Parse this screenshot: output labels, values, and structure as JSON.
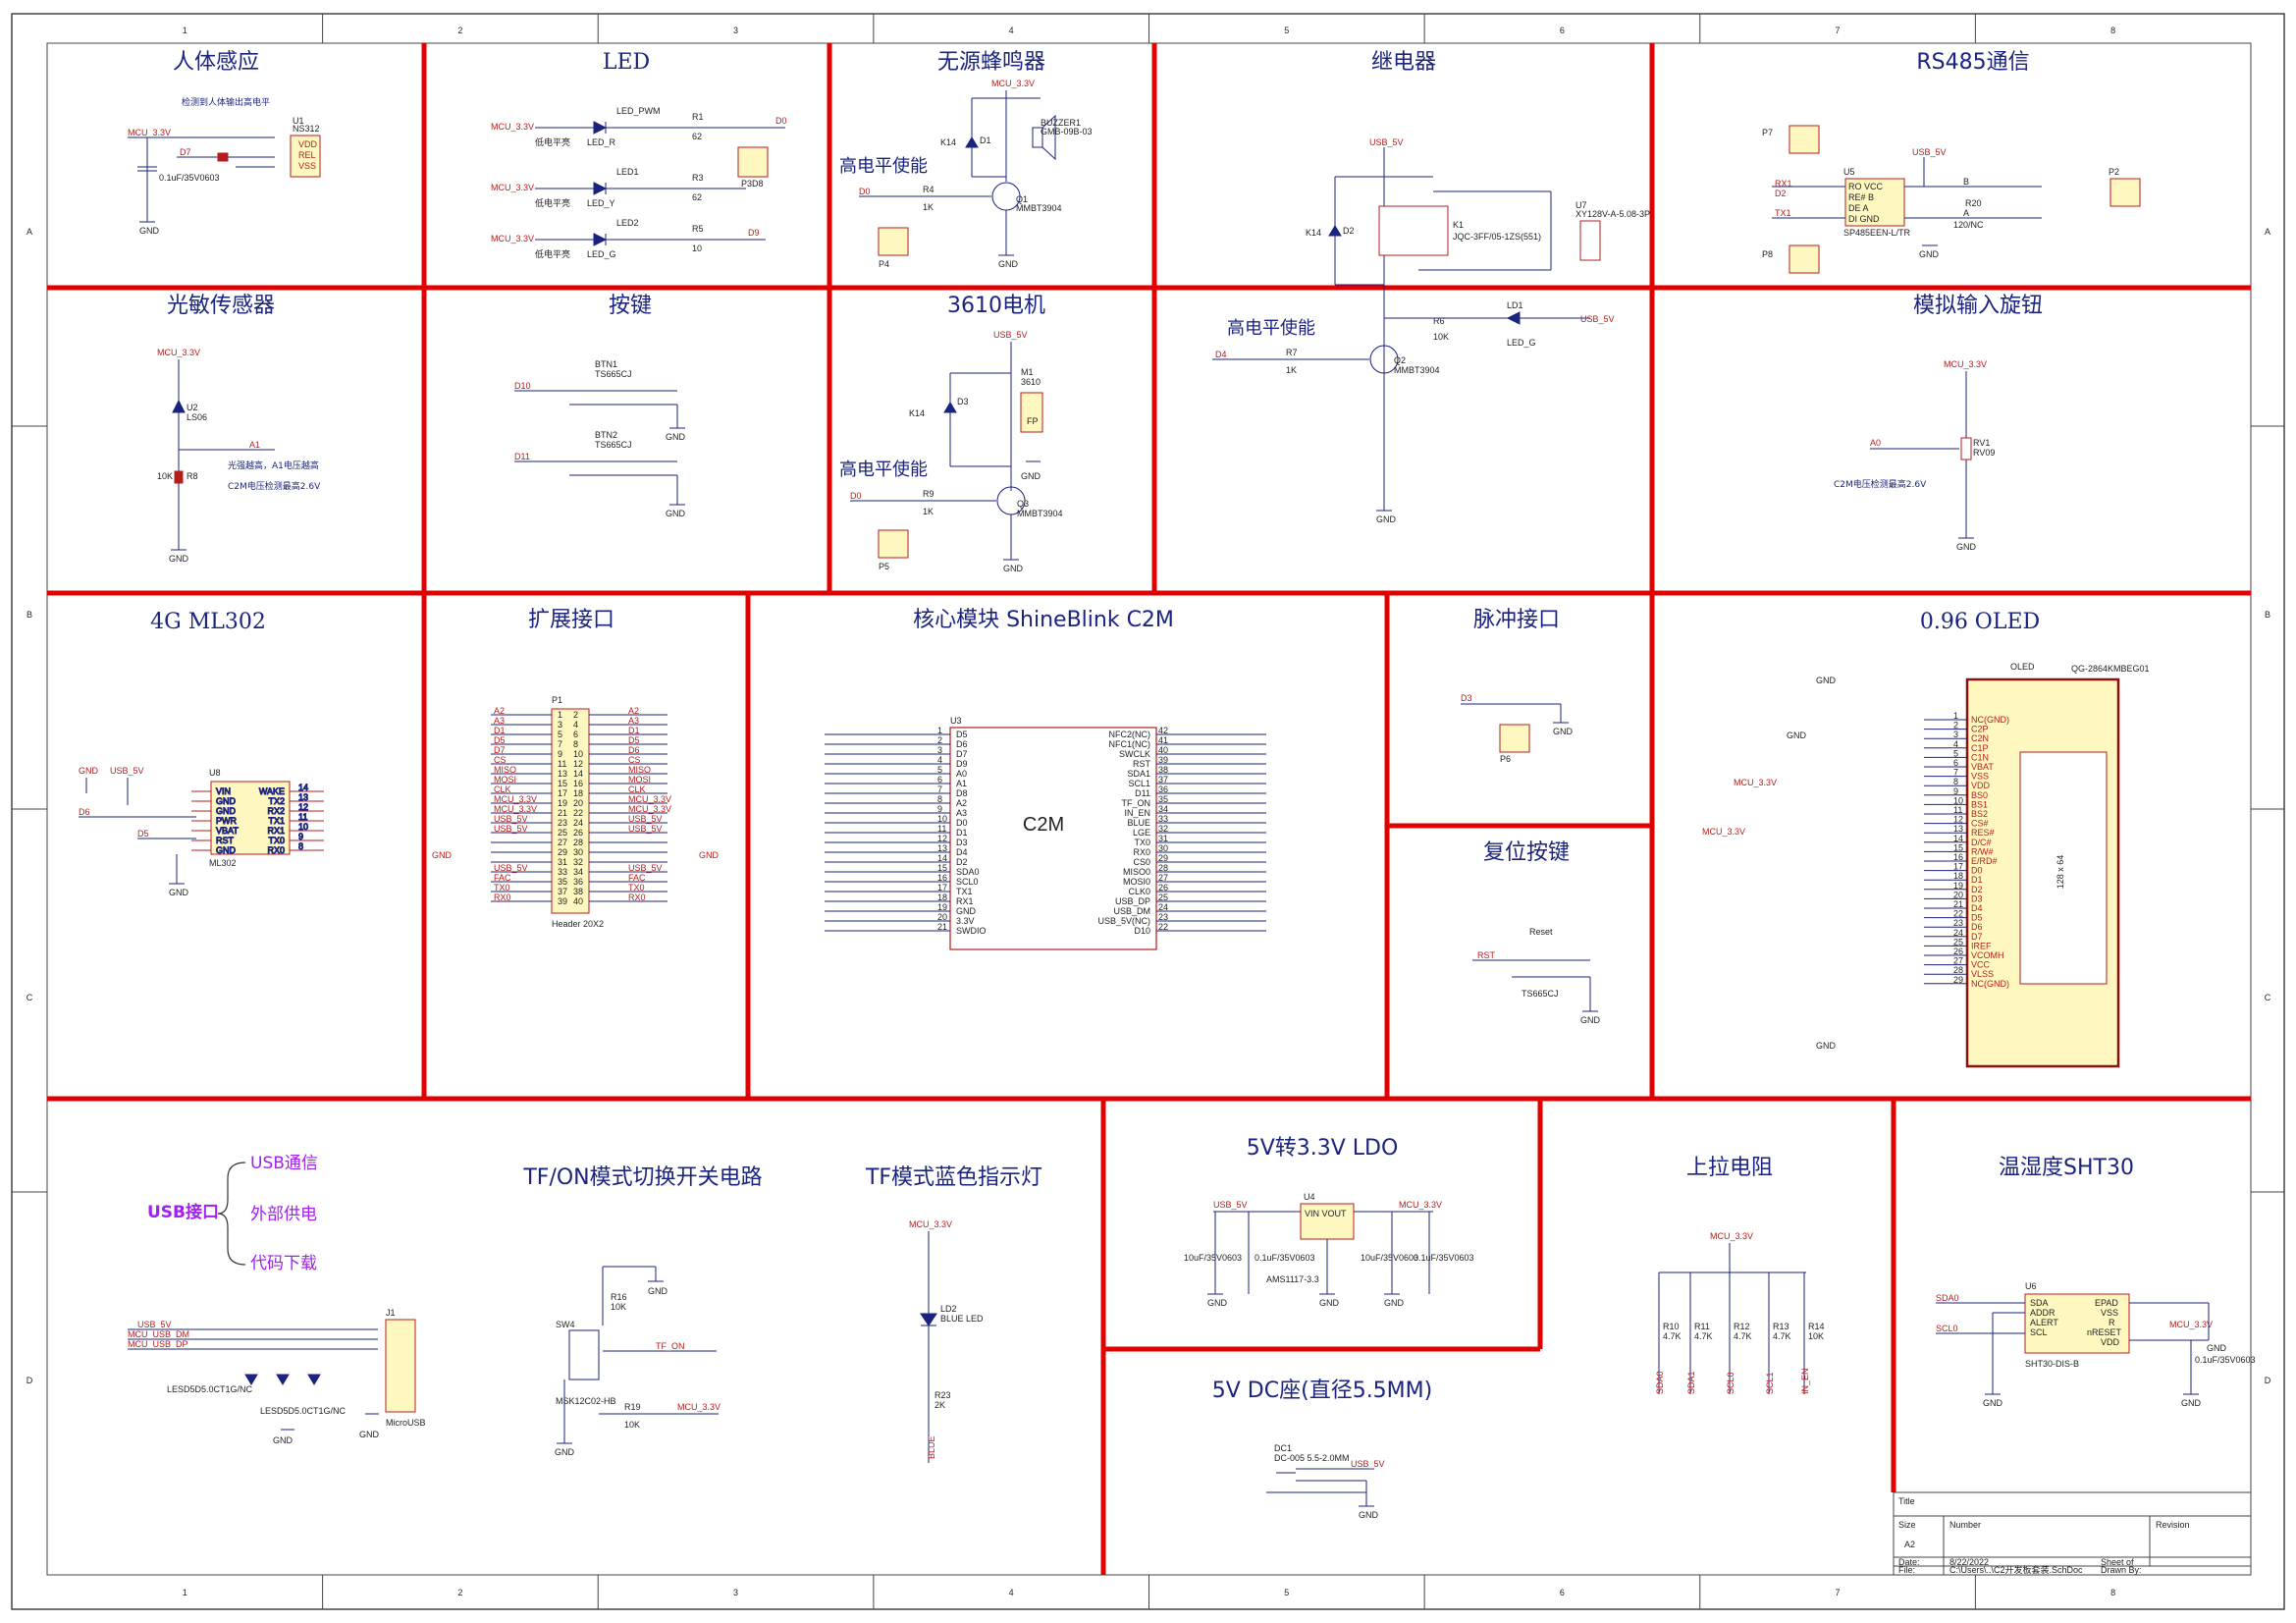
{
  "frame": {
    "col_numbers": [
      "1",
      "2",
      "3",
      "4",
      "5",
      "6",
      "7",
      "8"
    ],
    "row_letters": [
      "A",
      "B",
      "C",
      "D"
    ]
  },
  "sections": {
    "human_sensor": {
      "title": "人体感应",
      "note": "检测到人体输出高电平"
    },
    "led": {
      "title": "LED"
    },
    "buzzer": {
      "title": "无源蜂鸣器"
    },
    "relay": {
      "title": "继电器"
    },
    "rs485": {
      "title": "RS485通信"
    },
    "light_sensor": {
      "title": "光敏传感器",
      "note1": "光强越高，A1电压越高",
      "note2": "C2M电压检测最高2.6V"
    },
    "button": {
      "title": "按键"
    },
    "motor": {
      "title": "3610电机"
    },
    "knob": {
      "title": "模拟输入旋钮",
      "note": "C2M电压检测最高2.6V"
    },
    "module_4g": {
      "title": "4G ML302"
    },
    "expansion": {
      "title": "扩展接口"
    },
    "core": {
      "title": "核心模块 ShineBlink C2M",
      "chip": "C2M"
    },
    "pulse": {
      "title": "脉冲接口"
    },
    "oled": {
      "title": "0.96 OLED"
    },
    "reset": {
      "title": "复位按键"
    },
    "usb": {
      "label": "USB接口",
      "items": [
        "USB通信",
        "外部供电",
        "代码下载"
      ]
    },
    "tfon": {
      "title": "TF/ON模式切换开关电路"
    },
    "tfled": {
      "title": "TF模式蓝色指示灯"
    },
    "ldo": {
      "title": "5V转3.3V LDO"
    },
    "pullup": {
      "title": "上拉电阻"
    },
    "sht30": {
      "title": "温湿度SHT30"
    },
    "dc": {
      "title": "5V DC座(直径5.5MM)"
    }
  },
  "labels": {
    "high_enable": "高电平使能",
    "low_bright": "低电平亮",
    "mcu33": "MCU_3.3V",
    "usb5": "USB_5V",
    "gnd": "GND"
  },
  "title_block": {
    "title_label": "Title",
    "size_label": "Size",
    "size": "A2",
    "number_label": "Number",
    "revision_label": "Revision",
    "date_label": "Date:",
    "date": "8/22/2022",
    "file_label": "File:",
    "file": "C:\\Users\\..\\C2开发板套装.SchDoc",
    "sheet": "Sheet  of",
    "drawn": "Drawn By:"
  },
  "core_left_pins": [
    "D5",
    "D6",
    "D7",
    "D9",
    "A0",
    "A1",
    "D8",
    "A2",
    "A3",
    "D0",
    "D1",
    "D3",
    "D4",
    "D2",
    "SDA0",
    "SCL0",
    "TX1",
    "RX1",
    "GND",
    "3.3V",
    "SWDIO"
  ],
  "core_right_pins": [
    "NFC2(NC)",
    "NFC1(NC)",
    "SWCLK",
    "RST",
    "SDA1",
    "SCL1",
    "D11",
    "TF_ON",
    "IN_EN",
    "BLUE",
    "LGE",
    "TX0",
    "RX0",
    "CS0",
    "MISO0",
    "MOSI0",
    "CLK0",
    "USB_DP",
    "USB_DM",
    "USB_5V(NC)",
    "D10"
  ],
  "oled_pins": [
    "NC(GND)",
    "C2P",
    "C2N",
    "C1P",
    "C1N",
    "VBAT",
    "VSS",
    "VDD",
    "BS0",
    "BS1",
    "BS2",
    "CS#",
    "RES#",
    "D/C#",
    "R/W#",
    "E/RD#",
    "D0",
    "D1",
    "D2",
    "D3",
    "D4",
    "D5",
    "D6",
    "D7",
    "IREF",
    "VCOMH",
    "VCC",
    "VLSS",
    "NC(GND)"
  ],
  "header_pins_left": [
    "A2",
    "A3",
    "D1",
    "D5",
    "D7",
    "CS",
    "MISO",
    "MOSI",
    "CLK",
    "MCU_3.3V",
    "MCU_3.3V",
    "USB_5V",
    "USB_5V",
    "",
    "",
    "",
    "USB_5V",
    "FAC",
    "TX0",
    "RX0"
  ],
  "header_pins_right": [
    "A2",
    "A3",
    "D1",
    "D5",
    "D6",
    "CS",
    "MISO",
    "MOSI",
    "CLK",
    "MCU_3.3V",
    "MCU_3.3V",
    "USB_5V",
    "USB_5V",
    "",
    "",
    "",
    "USB_5V",
    "FAC",
    "TX0",
    "RX0"
  ]
}
